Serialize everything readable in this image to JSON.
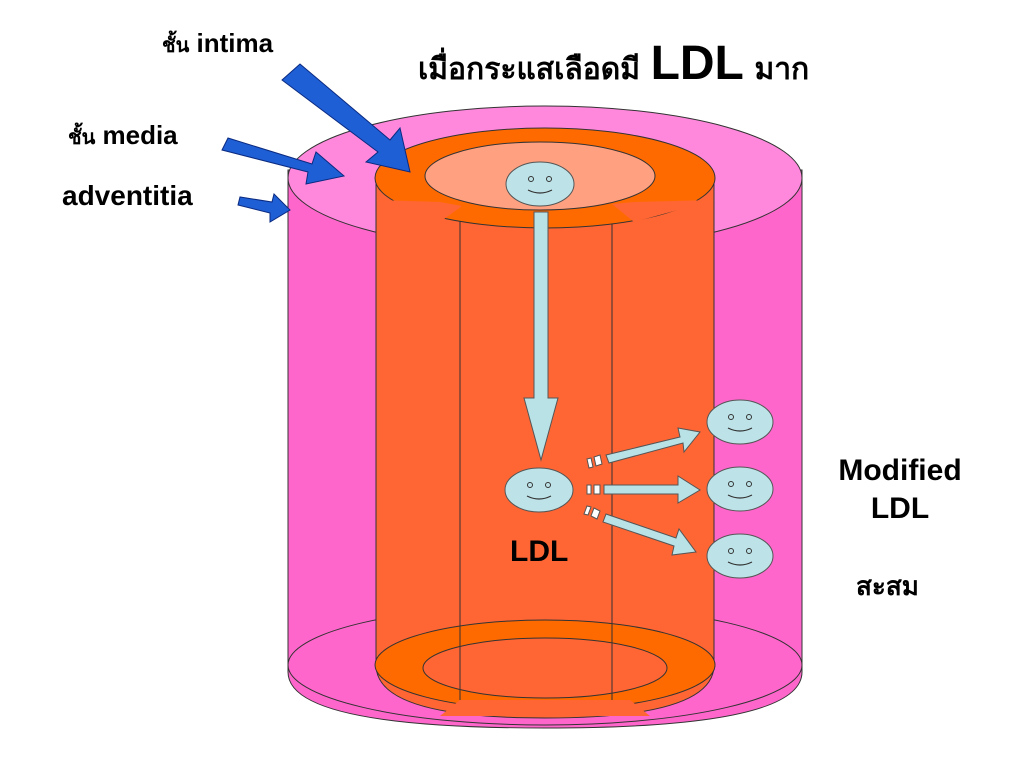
{
  "title": {
    "part1": "เมื่อกระแสเลือดมี",
    "part2": "LDL",
    "part3": "มาก"
  },
  "labels": {
    "intima": {
      "prefix": "ชั้น",
      "name": "intima"
    },
    "media": {
      "prefix": "ชั้น",
      "name": "media"
    },
    "adventitia": "adventitia",
    "ldl": "LDL",
    "modified_line1": "Modified",
    "modified_line2": "LDL",
    "accumulate": "สะสม"
  },
  "colors": {
    "adventitia": "#ff66cc",
    "adventitia_top": "#ff88dd",
    "media": "#ff6633",
    "media_rim": "#ff6a00",
    "intima_lumen": "#ffa080",
    "particle": "#bde3e8",
    "arrow_blue": "#1f5fd6",
    "flow_arrow": "#b8e2e6"
  }
}
